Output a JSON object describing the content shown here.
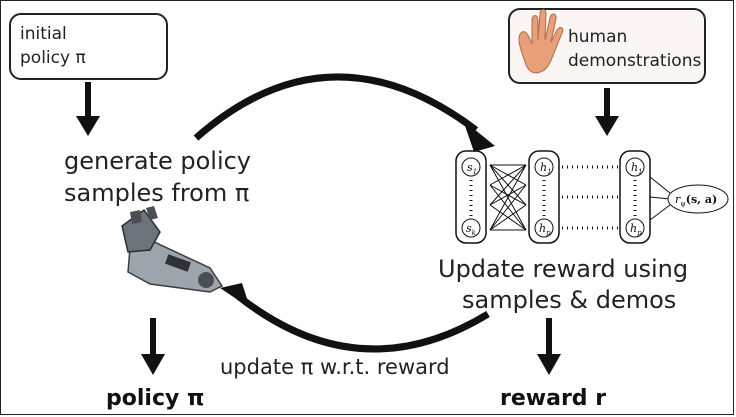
{
  "initial_box": {
    "line1": "initial",
    "line2": "policy π"
  },
  "human_box": {
    "line1": "human",
    "line2": "demonstrations"
  },
  "generate": {
    "line1": "generate policy",
    "line2": "samples from π"
  },
  "update_reward": {
    "line1": "Update reward using",
    "line2": "samples & demos"
  },
  "update_policy_label": "update π w.r.t. reward",
  "output_policy": "policy π",
  "output_reward": "reward r",
  "network": {
    "input_top": "s",
    "input_top_sub": "1",
    "input_bottom": "s",
    "input_bottom_sub": "k",
    "hidden_top": "h",
    "hidden_top_sub": "1",
    "hidden_bottom": "h",
    "hidden_bottom_sub": "p",
    "output": "r",
    "output_sub": "ψ",
    "output_args": "(s, a)"
  },
  "icons": [
    "human-hand-icon",
    "robot-arm-icon"
  ],
  "colors": {
    "stroke": "#111111",
    "text": "#222222",
    "skin": "#e8a07a"
  }
}
